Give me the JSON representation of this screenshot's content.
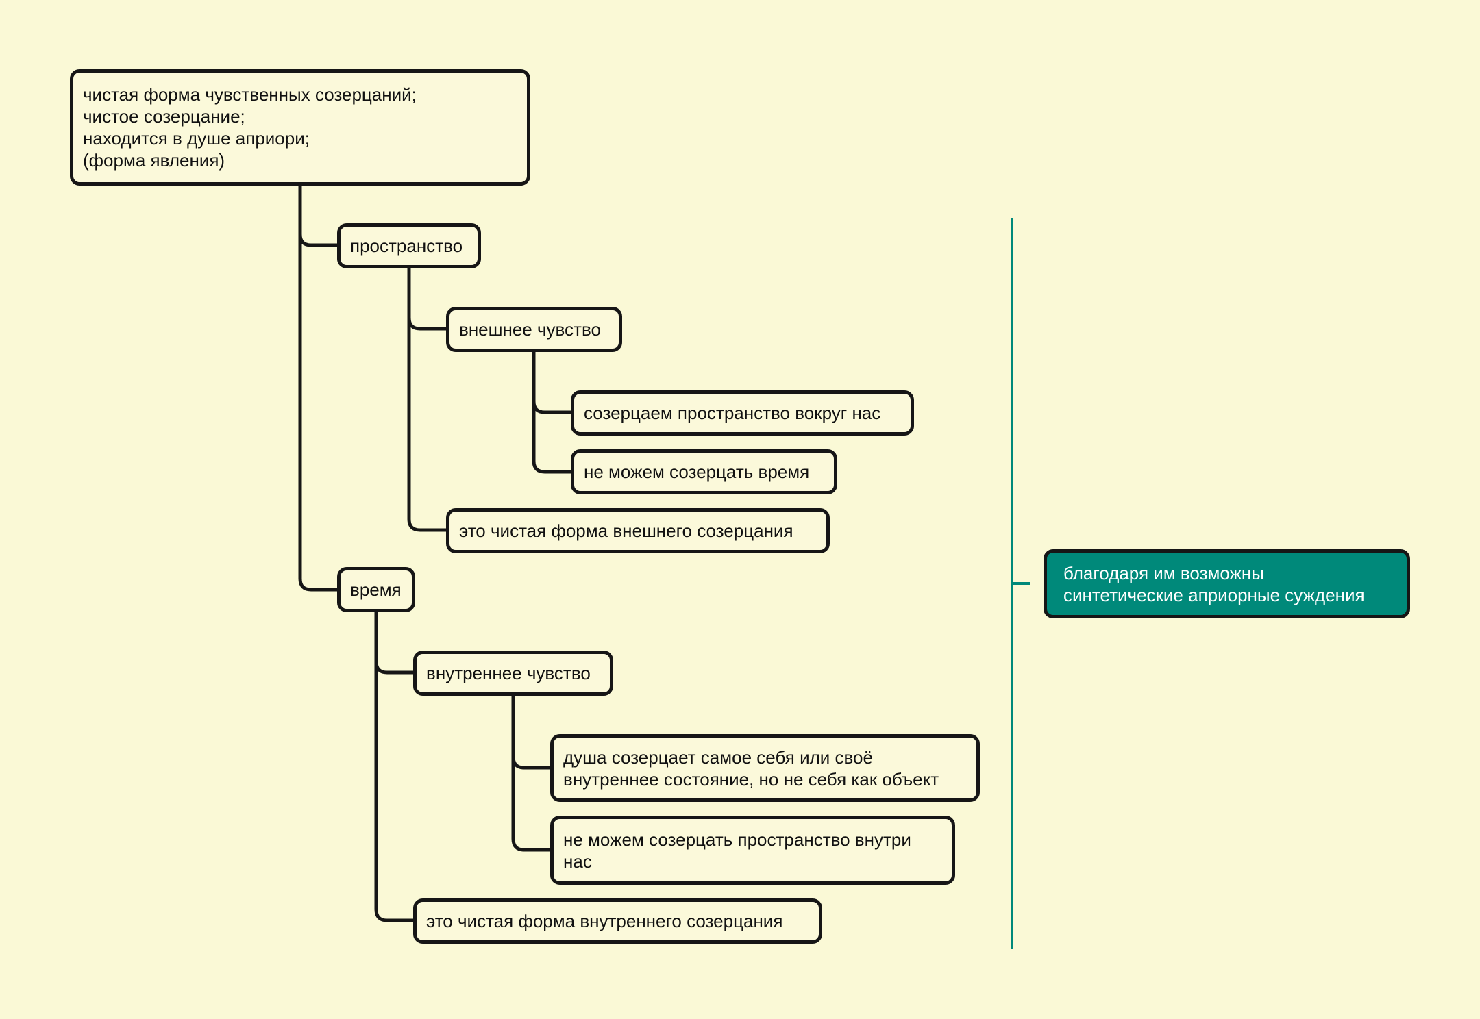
{
  "colors": {
    "background": "#FAF9D6",
    "node_fill": "#FBF9DA",
    "node_border": "#161616",
    "connector": "#161616",
    "summary_fill": "#00897A",
    "summary_text": "#FFFFFF",
    "summary_bracket": "#00897A"
  },
  "root": {
    "lines": [
      "чистая форма чувственных созерцаний;",
      "чистое созерцание;",
      "находится в душе априори;",
      "(форма явления)"
    ]
  },
  "space": {
    "label": "пространство",
    "outer_sense": {
      "label": "внешнее чувство",
      "children": [
        "созерцаем пространство вокруг нас",
        "не можем созерцать время"
      ]
    },
    "pure_form": "это чистая форма внешнего созерцания"
  },
  "time": {
    "label": "время",
    "inner_sense": {
      "label": "внутреннее чувство",
      "children": [
        {
          "lines": [
            "душа созерцает самое себя или своё",
            "внутреннее состояние, но не себя как объект"
          ]
        },
        {
          "lines": [
            "не можем созерцать пространство внутри",
            "нас"
          ]
        }
      ]
    },
    "pure_form": "это чистая форма внутреннего созерцания"
  },
  "summary": {
    "lines": [
      "благодаря им возможны",
      "синтетические априорные суждения"
    ]
  }
}
